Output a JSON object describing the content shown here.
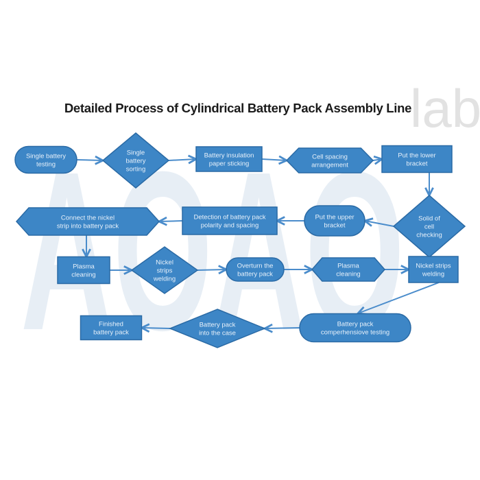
{
  "title": "Detailed Process of Cylindrical Battery Pack Assembly Line",
  "watermark": {
    "logo": "AOAO",
    "suffix": "lab"
  },
  "colors": {
    "node_fill": "#3d86c6",
    "node_stroke": "#2a6aa5",
    "arrow": "#4a8ccb",
    "text": "#e8f1fa",
    "watermark": "#e7eef5"
  },
  "nodes": [
    {
      "id": "single-battery-testing",
      "shape": "pill",
      "lines": [
        "Single battery",
        "testing"
      ]
    },
    {
      "id": "single-battery-sorting",
      "shape": "diamond",
      "lines": [
        "Single",
        "battery",
        "sorting"
      ]
    },
    {
      "id": "battery-insulation-paper-sticking",
      "shape": "rect",
      "lines": [
        "Battery insulation",
        "paper sticking"
      ]
    },
    {
      "id": "cell-spacing-arrangement",
      "shape": "hexagon",
      "lines": [
        "Cell spacing",
        "arrangement"
      ]
    },
    {
      "id": "put-the-lower-bracket",
      "shape": "rect",
      "lines": [
        "Put the lower",
        "bracket"
      ]
    },
    {
      "id": "solid-of-cell-checking",
      "shape": "diamond",
      "lines": [
        "Solid of",
        "cell",
        "checking"
      ]
    },
    {
      "id": "put-the-upper-bracket",
      "shape": "pill",
      "lines": [
        "Put the upper",
        "bracket"
      ]
    },
    {
      "id": "detection-of-battery-pack-polarity",
      "shape": "rect",
      "lines": [
        "Detection of battery pack",
        "polarity and spacing"
      ]
    },
    {
      "id": "connect-the-nickel-strip",
      "shape": "hexagon",
      "lines": [
        "Connect the nickel",
        "strip into battery pack"
      ]
    },
    {
      "id": "plasma-cleaning-1",
      "shape": "rect",
      "lines": [
        "Plasma",
        "cleaning"
      ]
    },
    {
      "id": "nickel-strips-welding-1",
      "shape": "diamond",
      "lines": [
        "Nickel",
        "strips",
        "welding"
      ]
    },
    {
      "id": "overturn-the-battery-pack",
      "shape": "pill",
      "lines": [
        "Overturn the",
        "battery pack"
      ]
    },
    {
      "id": "plasma-cleaning-2",
      "shape": "hexagon",
      "lines": [
        "Plasma",
        "cleaning"
      ]
    },
    {
      "id": "nickel-strips-welding-2",
      "shape": "rect",
      "lines": [
        "Nickel strips",
        "welding"
      ]
    },
    {
      "id": "battery-pack-comprehensive-testing",
      "shape": "pill",
      "lines": [
        "Battery pack",
        "comperhensiove testing"
      ]
    },
    {
      "id": "battery-pack-into-the-case",
      "shape": "diamond",
      "lines": [
        "Battery pack",
        "into the case"
      ]
    },
    {
      "id": "finished-battery-pack",
      "shape": "rect",
      "lines": [
        "Finished",
        "battery pack"
      ]
    }
  ],
  "edges": [
    [
      0,
      1
    ],
    [
      1,
      2
    ],
    [
      2,
      3
    ],
    [
      3,
      4
    ],
    [
      4,
      5
    ],
    [
      5,
      6
    ],
    [
      6,
      7
    ],
    [
      7,
      8
    ],
    [
      8,
      9
    ],
    [
      9,
      10
    ],
    [
      10,
      11
    ],
    [
      11,
      12
    ],
    [
      12,
      13
    ],
    [
      13,
      14
    ],
    [
      14,
      15
    ],
    [
      15,
      16
    ]
  ]
}
